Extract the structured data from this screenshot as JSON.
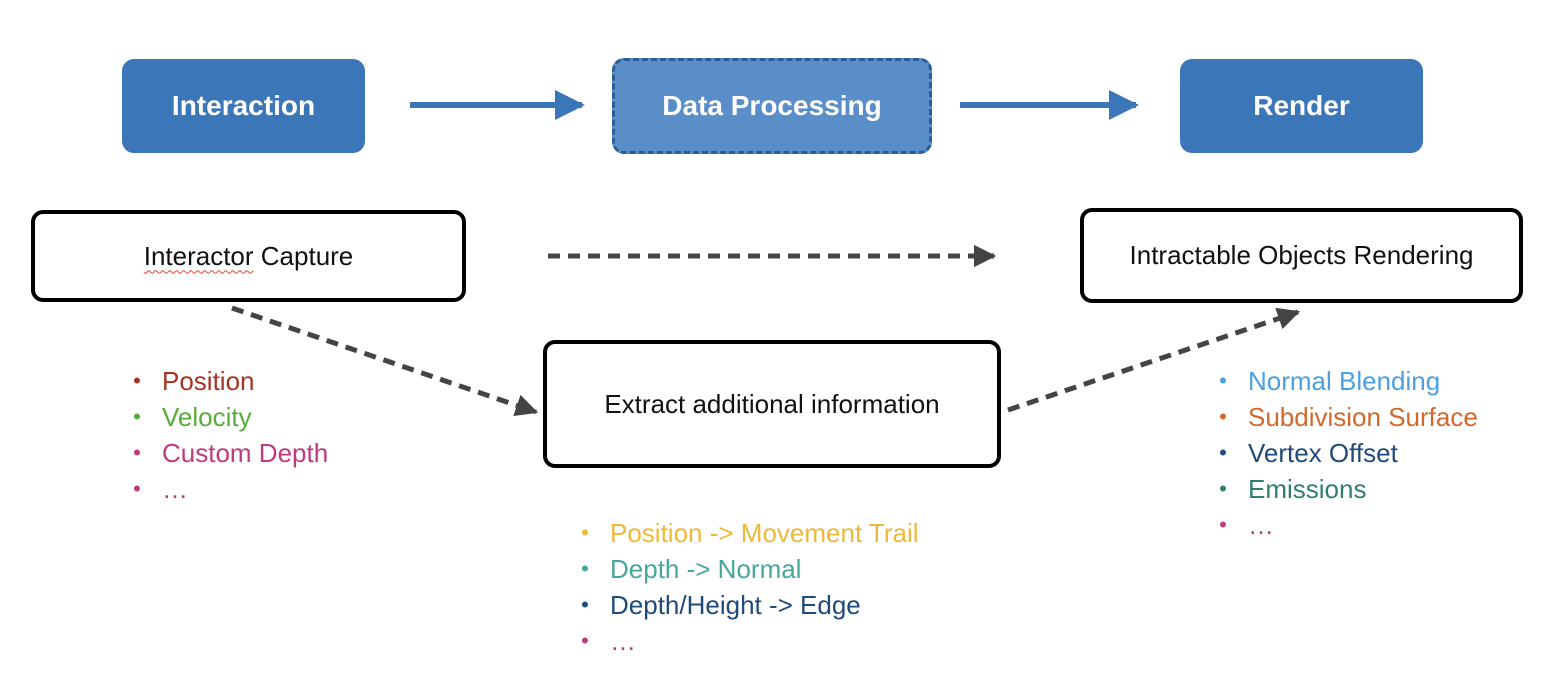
{
  "colors": {
    "stage_fill": "#3b77b8",
    "stage_processing_fill": "#5a8ec8",
    "arrow_solid": "#3b77b8",
    "arrow_dashed": "#444444"
  },
  "stages": {
    "interaction": "Interaction",
    "processing": "Data Processing",
    "render": "Render"
  },
  "boxes": {
    "capture_word1": "Interactor",
    "capture_word2": " Capture",
    "render": "Intractable Objects Rendering",
    "extract": "Extract additional information"
  },
  "capture_items": [
    {
      "text": "Position",
      "color": "#a83224"
    },
    {
      "text": "Velocity",
      "color": "#56ad3a"
    },
    {
      "text": "Custom Depth",
      "color": "#c03a7d"
    },
    {
      "text": "…",
      "color": "#c03a7d"
    }
  ],
  "extract_items": [
    {
      "text": "Position -> Movement Trail",
      "color": "#f0b838"
    },
    {
      "text": "Depth -> Normal",
      "color": "#47a79b"
    },
    {
      "text": "Depth/Height -> Edge",
      "color": "#1f4b7a"
    },
    {
      "text": "…",
      "color": "#c03a7d"
    }
  ],
  "render_items": [
    {
      "text": "Normal Blending",
      "color": "#4aa0e3"
    },
    {
      "text": "Subdivision Surface",
      "color": "#d3682a"
    },
    {
      "text": "Vertex Offset",
      "color": "#1f4b7a"
    },
    {
      "text": "Emissions",
      "color": "#2f7f6f"
    },
    {
      "text": "…",
      "color": "#c03a7d"
    }
  ]
}
